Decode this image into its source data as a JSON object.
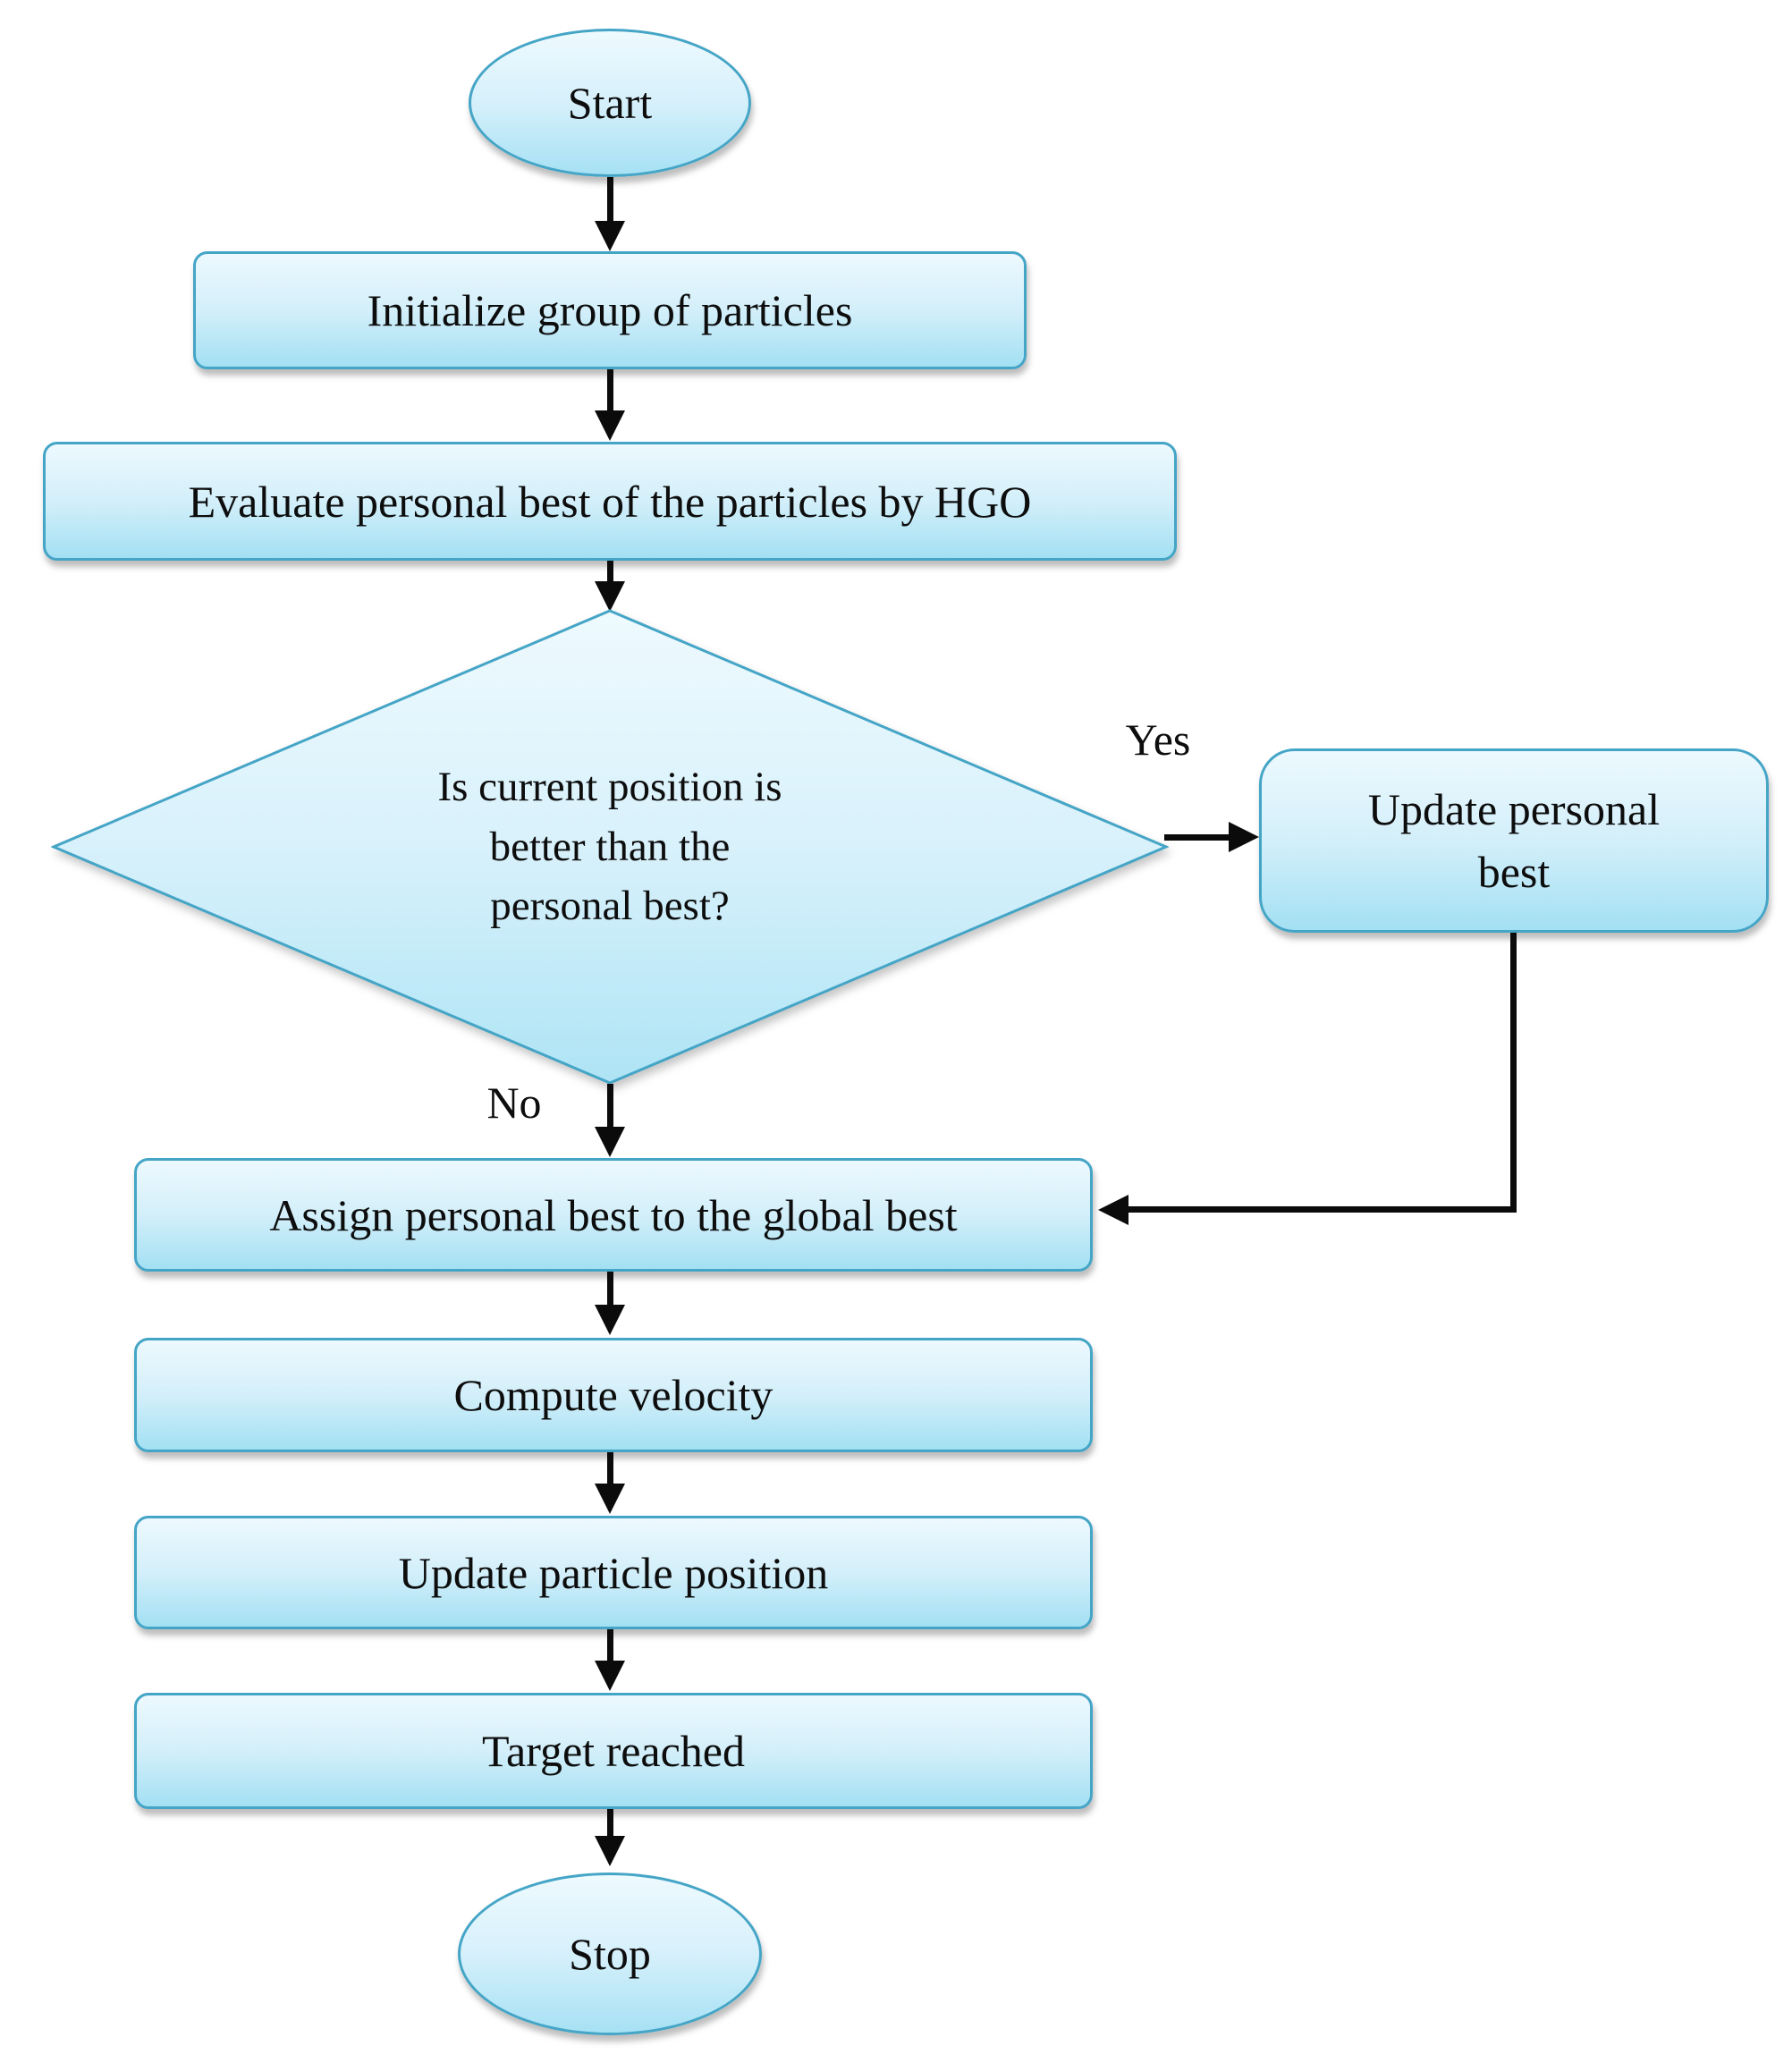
{
  "diagram": {
    "type": "flowchart",
    "colors": {
      "node_fill_top": "#edf9fe",
      "node_fill_bottom": "#a3e0f3",
      "node_border": "#45a5c6",
      "connector": "#0b0b0b",
      "text": "#0d0d0d",
      "background": "#ffffff"
    },
    "nodes": [
      {
        "id": "start",
        "shape": "ellipse",
        "label": "Start"
      },
      {
        "id": "init",
        "shape": "rounded-rect",
        "label": "Initialize group of particles"
      },
      {
        "id": "evaluate",
        "shape": "rounded-rect",
        "label": "Evaluate personal best of the particles by HGO"
      },
      {
        "id": "decision",
        "shape": "diamond",
        "label": "Is current position is better than the personal best?",
        "lines": [
          "Is current position is",
          "better than the",
          "personal best?"
        ]
      },
      {
        "id": "update-personal-best",
        "shape": "rounded-rect",
        "label": "Update personal best",
        "lines": [
          "Update personal",
          "best"
        ]
      },
      {
        "id": "assign",
        "shape": "rounded-rect",
        "label": "Assign personal best to the global best"
      },
      {
        "id": "compute-velocity",
        "shape": "rounded-rect",
        "label": "Compute velocity"
      },
      {
        "id": "update-position",
        "shape": "rounded-rect",
        "label": "Update particle position"
      },
      {
        "id": "target-reached",
        "shape": "rounded-rect",
        "label": "Target reached"
      },
      {
        "id": "stop",
        "shape": "ellipse",
        "label": "Stop"
      }
    ],
    "edges": [
      {
        "from": "start",
        "to": "init",
        "label": ""
      },
      {
        "from": "init",
        "to": "evaluate",
        "label": ""
      },
      {
        "from": "evaluate",
        "to": "decision",
        "label": ""
      },
      {
        "from": "decision",
        "to": "update-personal-best",
        "label": "Yes"
      },
      {
        "from": "decision",
        "to": "assign",
        "label": "No"
      },
      {
        "from": "update-personal-best",
        "to": "assign",
        "label": ""
      },
      {
        "from": "assign",
        "to": "compute-velocity",
        "label": ""
      },
      {
        "from": "compute-velocity",
        "to": "update-position",
        "label": ""
      },
      {
        "from": "update-position",
        "to": "target-reached",
        "label": ""
      },
      {
        "from": "target-reached",
        "to": "stop",
        "label": ""
      }
    ]
  }
}
